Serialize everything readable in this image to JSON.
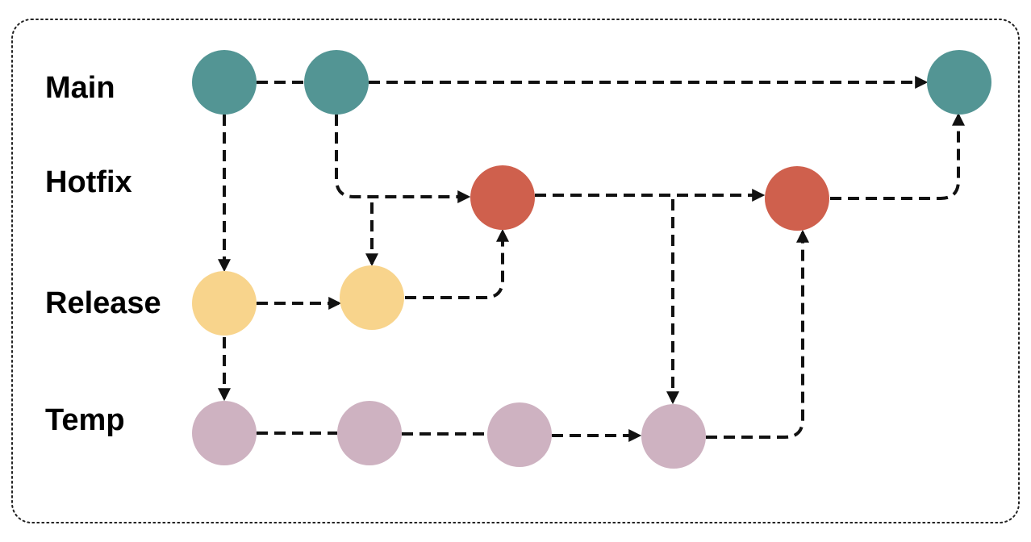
{
  "lanes": {
    "main": "Main",
    "hotfix": "Hotfix",
    "release": "Release",
    "temp": "Temp"
  },
  "colors": {
    "main": "#539594",
    "hotfix": "#CF604D",
    "release": "#F8D48C",
    "temp": "#CEB2C1",
    "edge": "#111111"
  }
}
